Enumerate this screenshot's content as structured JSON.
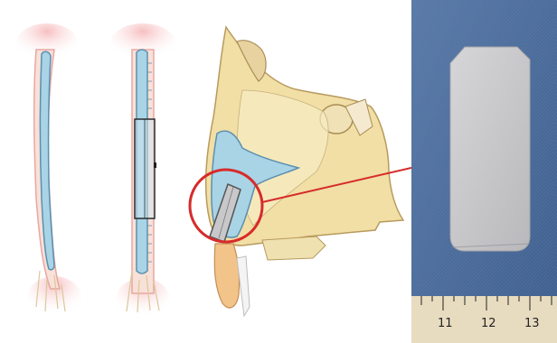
{
  "figure": {
    "panels": [
      {
        "id": "septum-deviated",
        "kind": "illustration"
      },
      {
        "id": "septum-splinted",
        "kind": "illustration"
      },
      {
        "id": "nasal-cross-section",
        "kind": "illustration"
      },
      {
        "id": "implant-photo",
        "kind": "photograph"
      }
    ],
    "callout": {
      "shape": "circle",
      "connector": "arrow"
    },
    "ruler": {
      "labels": [
        "11",
        "12",
        "13"
      ]
    },
    "colors": {
      "cartilage_blue": "#a9d4e6",
      "cartilage_outline": "#5d8fb0",
      "skin_pink": "#f3c9c4",
      "bone_tan": "#e9d9a6",
      "callout_red": "#d72b2b",
      "cloth_blue": "#4d6f9f",
      "implant_gray": "#c8c8ca",
      "ruler_cream": "#e8dcc0"
    }
  }
}
